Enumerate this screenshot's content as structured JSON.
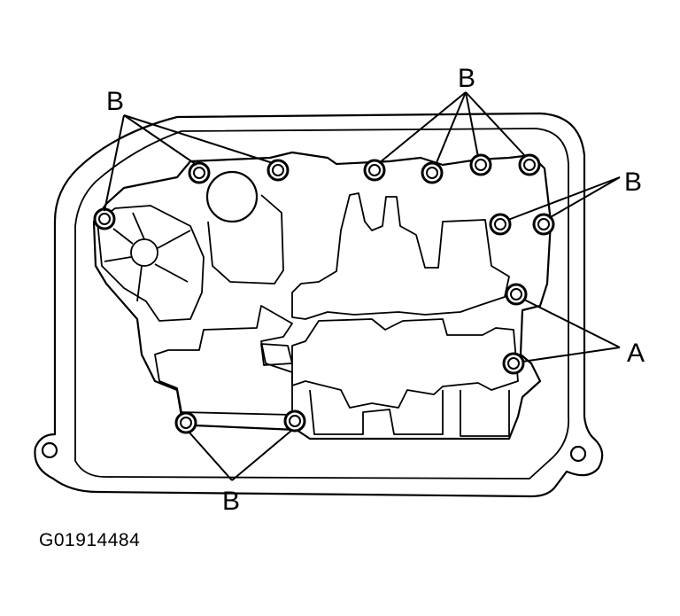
{
  "labels": {
    "bolt_b": "B",
    "bolt_a": "A"
  },
  "figure_id": "G01914484",
  "colors": {
    "line": "#000000",
    "background": "#ffffff"
  }
}
